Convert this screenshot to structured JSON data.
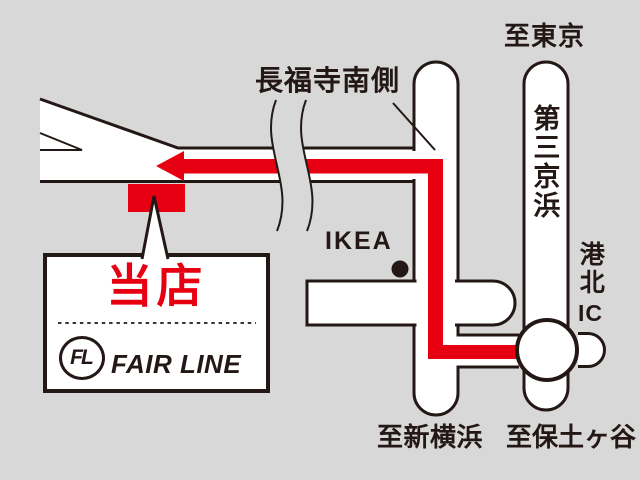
{
  "map": {
    "labels": {
      "to_tokyo": "至東京",
      "chofukuji_south": "長福寺南側",
      "daisan_keihin": "第三京浜",
      "ikea": "IKEA",
      "kohoku_ic": [
        "港北",
        "IC"
      ],
      "to_shin_yokohama": "至新横浜",
      "to_hodogaya": "至保土ヶ谷"
    },
    "callout": {
      "shop_label": "当店",
      "brand_name": "FAIR LINE",
      "monogram": "FL"
    },
    "colors": {
      "route_red": "#e60012",
      "ink_black": "#231815",
      "road_white": "#ffffff",
      "background_gray": "#d8d8d8"
    }
  }
}
